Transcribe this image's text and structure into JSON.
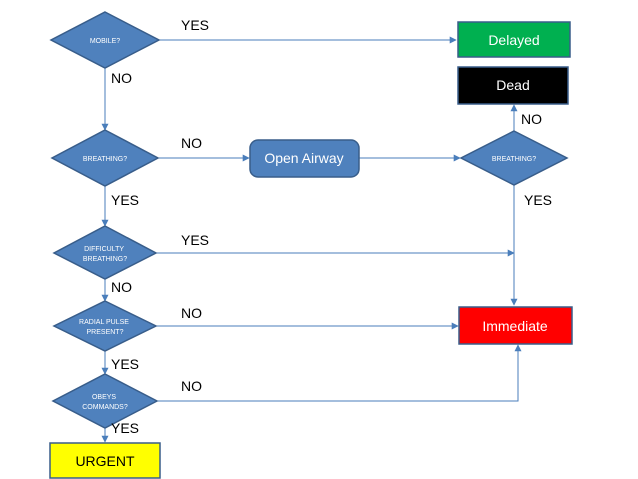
{
  "decisions": {
    "mobile": [
      "MOBILE?"
    ],
    "breathing": [
      "BREATHING?"
    ],
    "difficulty": [
      "DIFFICULTY",
      "BREATHING?"
    ],
    "radial": [
      "RADIAL PULSE",
      "PRESENT?"
    ],
    "obeys": [
      "OBEYS",
      "COMMANDS?"
    ],
    "breathing2": [
      "BREATHING?"
    ]
  },
  "actions": {
    "open_airway": "Open Airway"
  },
  "outcomes": {
    "delayed": {
      "label": "Delayed",
      "color": "#00b050"
    },
    "dead": {
      "label": "Dead",
      "color": "#000000"
    },
    "immediate": {
      "label": "Immediate",
      "color": "#ff0000"
    },
    "urgent": {
      "label": "URGENT",
      "color": "#ffff00"
    }
  },
  "edge_labels": {
    "mobile_yes": "YES",
    "mobile_no": "NO",
    "breathing_no": "NO",
    "breathing_yes": "YES",
    "breathing2_no": "NO",
    "breathing2_yes": "YES",
    "difficulty_yes": "YES",
    "difficulty_no": "NO",
    "radial_no": "NO",
    "radial_yes": "YES",
    "obeys_no": "NO",
    "obeys_yes": "YES"
  }
}
